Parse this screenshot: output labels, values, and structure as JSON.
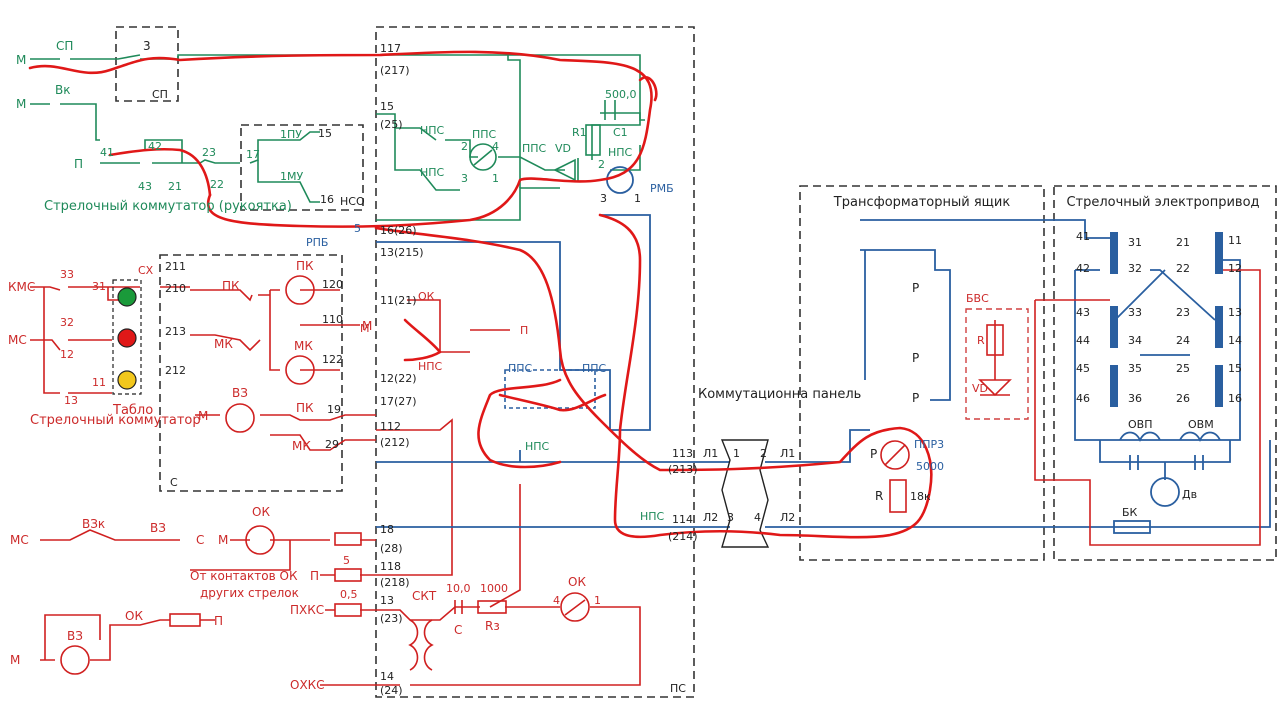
{
  "blocks": {
    "transformer_box": "Трансформаторный ящик",
    "switch_drive": "Стрелочный электропривод",
    "comm_panel": "Коммутационна панель",
    "switch_commutator_handle": "Стрелочный коммутатор (рукоятка)",
    "switch_commutator": "Стрелочный коммутатор",
    "tablo": "Табло"
  },
  "left": {
    "sp": "СП",
    "m1": "М",
    "m2": "М",
    "vk": "Вк",
    "three": "3",
    "sp_box": "СП",
    "p": "П",
    "n41": "41",
    "n42": "42",
    "n43": "43",
    "n21": "21",
    "n22": "22",
    "n23": "23",
    "n17": "17",
    "pu1": "1ПУ",
    "mu1": "1МУ",
    "n15": "15",
    "n16": "16",
    "nso": "НСО"
  },
  "ctrl": {
    "kms": "КМС",
    "ms": "МС",
    "n33": "33",
    "n31": "31",
    "n32": "32",
    "n12": "12",
    "n11": "11",
    "n13": "13",
    "sx": "СХ",
    "n211": "211",
    "n210": "210",
    "n213": "213",
    "n212": "212",
    "pk": "ПК",
    "mk": "МК",
    "c": "С",
    "pk2": "ПК",
    "mk2": "МК",
    "n120": "120",
    "n110": "110",
    "n122": "122",
    "m": "М",
    "m2": "М",
    "vz": "ВЗ",
    "pk3": "ПК",
    "mk3": "МК",
    "n19": "19",
    "n29": "29"
  },
  "bottom": {
    "ms": "МС",
    "vzk": "ВЗк",
    "vz": "ВЗ",
    "c": "С",
    "m": "М",
    "ok": "ОК",
    "from_ok": "От контактов ОК",
    "other": "других стрелок",
    "p": "П",
    "five": "5",
    "pxks": "ПХКС",
    "zero5": "0,5",
    "oxks": "ОХКС",
    "skt": "СКТ",
    "cap": "10,0",
    "c2": "С",
    "r1000": "1000",
    "rz": "Rз",
    "ok2": "ОК",
    "n4": "4",
    "n1": "1",
    "ok3": "ОК",
    "p2": "П",
    "m3": "М",
    "vz2": "ВЗ"
  },
  "rail": {
    "n117": "117",
    "n217": "(217)",
    "n15": "15",
    "n25": "(25)",
    "n16": "16(26)",
    "n13": "13(215)",
    "n11": "11(21)",
    "m": "М",
    "n12": "12(22)",
    "n17": "17(27)",
    "n112": "112",
    "n212": "(212)",
    "n18": "18",
    "n28": "(28)",
    "n118": "118",
    "n218": "(218)",
    "n13b": "13",
    "n23": "(23)",
    "n14": "14",
    "n24": "(24)",
    "ps": "ПС",
    "rpb": "РПБ",
    "five": "5"
  },
  "mid": {
    "nps": "НПС",
    "pps": "ППС",
    "n2": "2",
    "n4": "4",
    "n3": "3",
    "n1": "1",
    "nps2": "НПС",
    "pps2": "ППС",
    "vd": "VD",
    "r1": "R1",
    "c1": "C1",
    "cap": "500,0",
    "nps3": "НПС",
    "rmb": "РМБ",
    "n3b": "3",
    "n1b": "1",
    "n2b": "2",
    "ok": "ОК",
    "p": "П",
    "nps4": "НПС",
    "pps3": "ППС",
    "pps4": "ППС",
    "nps5": "НПС",
    "nps6": "НПС",
    "n113": "113",
    "n213": "(213)",
    "n114": "114",
    "n214": "(214)"
  },
  "panel": {
    "l1a": "Л1",
    "l1b": "Л1",
    "l2a": "Л2",
    "l2b": "Л2",
    "p1": "1",
    "p2": "2",
    "p3": "3",
    "p4": "4"
  },
  "trans": {
    "r1": "Р",
    "r2": "Р",
    "r3": "Р",
    "ppr": "ППР3",
    "ppr_val": "5000",
    "r": "R",
    "r18k": "18к",
    "p": "Р"
  },
  "drive": {
    "bvs": "БВС",
    "r": "R",
    "vd": "VD",
    "l": [
      "41",
      "42",
      "43",
      "44",
      "45",
      "46"
    ],
    "m": [
      "31",
      "32",
      "33",
      "34",
      "35",
      "36"
    ],
    "n": [
      "21",
      "22",
      "23",
      "24",
      "25",
      "26"
    ],
    "rr": [
      "11",
      "12",
      "13",
      "14",
      "15",
      "16"
    ],
    "ovp": "ОВП",
    "ovm": "ОВМ",
    "dv": "Дв",
    "bk": "БК"
  }
}
